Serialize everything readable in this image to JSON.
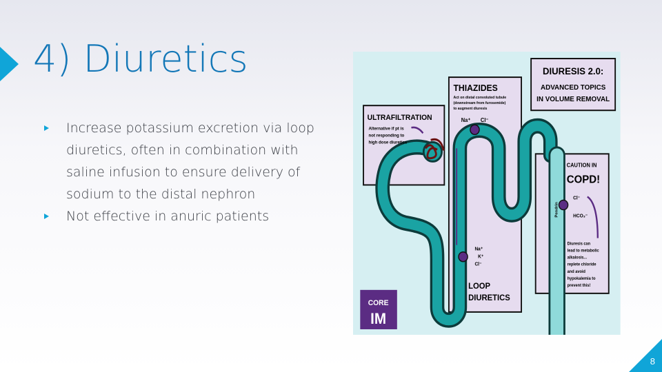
{
  "title": "4) Diuretics",
  "bullets": [
    "Increase potassium excretion via loop diuretics, often in combination with saline infusion to ensure delivery of sodium to the distal nephron",
    "Not effective in anuric patients"
  ],
  "figure": {
    "header_line1": "DIURESIS 2.0:",
    "header_line2": "ADVANCED TOPICS",
    "header_line3": "IN VOLUME REMOVAL",
    "thiazides_title": "THIAZIDES",
    "thiazides_l1": "Act on distal convoluted tubule",
    "thiazides_l2": "(downstream from furosemide)",
    "thiazides_l3": "to augment diuresis",
    "uf_title": "ULTRAFILTRATION",
    "uf_l1": "Alternative if pt is",
    "uf_l2": "not responding to",
    "uf_l3": "high dose diuretics",
    "copd_l1": "CAUTION IN",
    "copd_l2": "COPD!",
    "copd_t1": "Diuresis can",
    "copd_t2": "lead to metabolic",
    "copd_t3": "alkalosis...",
    "copd_t4": "replete chloride",
    "copd_t5": "and avoid",
    "copd_t6": "hypokalemia to",
    "copd_t7": "prevent this!",
    "pendrin": "Pendrin",
    "cl": "Cl⁻",
    "hco3": "HCO₃⁻",
    "na": "Na⁺",
    "k": "K⁺",
    "loop_l1": "LOOP",
    "loop_l2": "DIURETICS",
    "logo_l1": "CORE",
    "logo_l2": "IM"
  },
  "page_number": "8",
  "colors": {
    "accent": "#10a5d8",
    "title": "#1377b7",
    "teal": "#1aa3a3",
    "purple": "#5b2c83",
    "box": "#e6dcef",
    "figure_bg": "#d6eff2"
  }
}
